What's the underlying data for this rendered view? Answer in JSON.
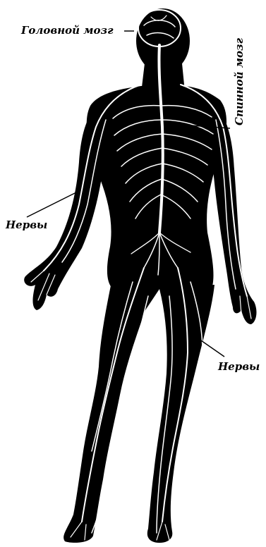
{
  "labels": {
    "brain": "Головной мозг",
    "spinal_cord": "Спинной мозг",
    "nerves_left": "Нервы",
    "nerves_right": "Нервы"
  },
  "colors": {
    "body": "#000000",
    "nerves": "#ffffff",
    "background": "#ffffff"
  }
}
